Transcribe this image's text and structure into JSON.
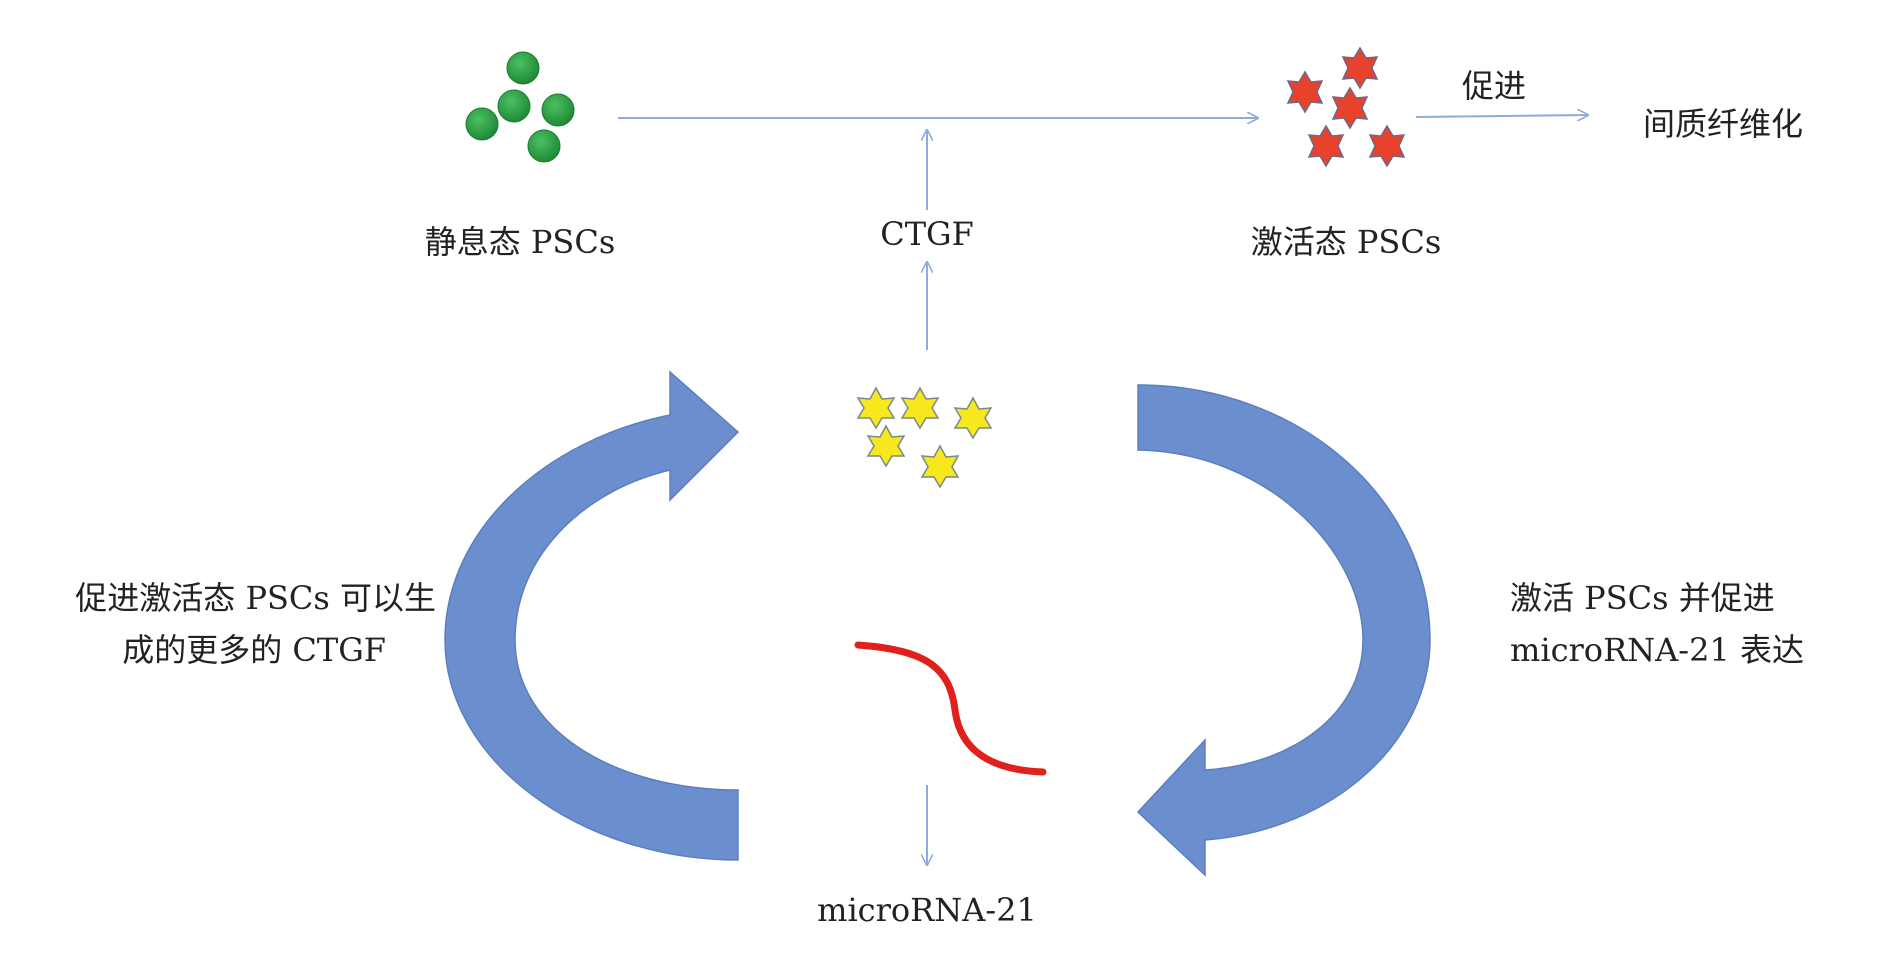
{
  "nodes": {
    "quiescent_label": "静息态 PSCs",
    "activated_label": "激活态 PSCs",
    "fibrosis_label": "间质纤维化",
    "ctgf_label": "CTGF",
    "mirna_label": "microRNA-21"
  },
  "edges": {
    "promote_label": "促进"
  },
  "loop": {
    "left_text_line1": "促进激活态 PSCs 可以生",
    "left_text_line2": "成的更多的 CTGF",
    "right_text_line1": "激活 PSCs 并促进",
    "right_text_line2": "microRNA-21 表达"
  },
  "colors": {
    "arrow_thin": "#8faadc",
    "loop_arrow": "#6b8fce",
    "quiescent_cell": "#2e9e44",
    "activated_cell": "#e8412c",
    "ctgf_star": "#f6e81c",
    "mirna_strand": "#e0201c",
    "text": "#222222"
  }
}
